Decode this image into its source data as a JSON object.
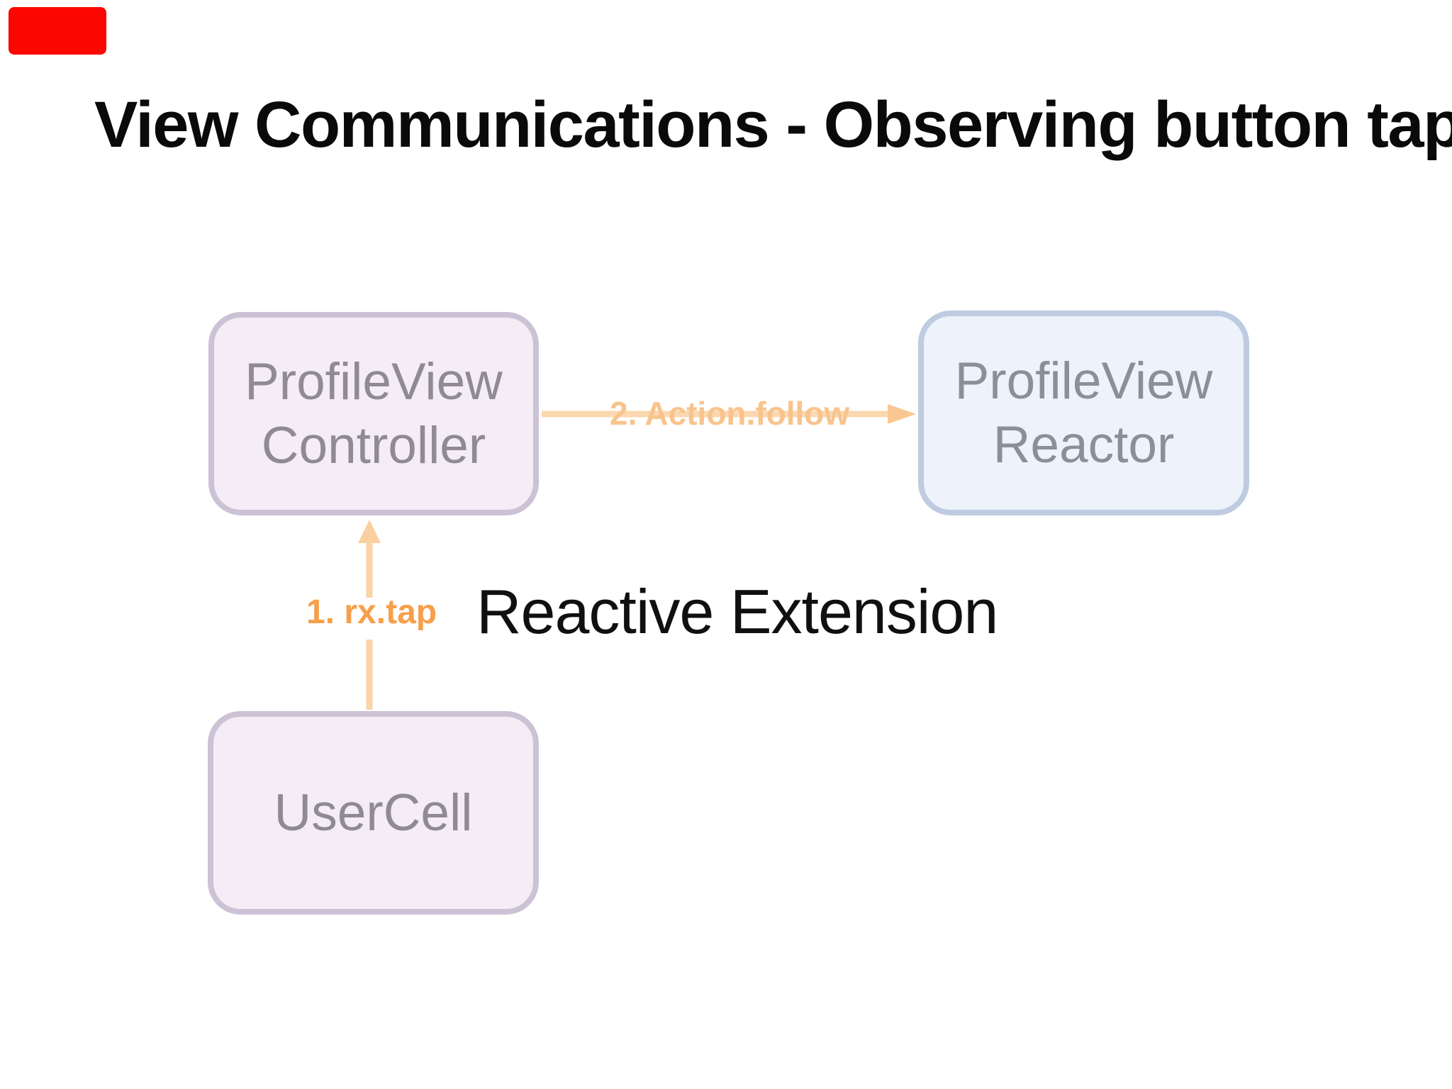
{
  "slide": {
    "title": "View Communications - Observing button tap",
    "annotation": "Reactive Extension"
  },
  "recording_indicator": {
    "color": "#fb0600"
  },
  "diagram": {
    "nodes": [
      {
        "id": "profile_view_controller",
        "label": "ProfileView\nController",
        "fill": "#f4edf6",
        "border": "#cbc2d5",
        "text_color": "#8f8a95"
      },
      {
        "id": "profile_view_reactor",
        "label": "ProfileView\nReactor",
        "fill": "#edf2fb",
        "border": "#becbe1",
        "text_color": "#8a8f99"
      },
      {
        "id": "user_cell",
        "label": "UserCell",
        "fill": "#f4edf6",
        "border": "#cbc2d5",
        "text_color": "#8f8a95"
      }
    ],
    "edges": [
      {
        "id": "rx_tap",
        "label": "1. rx.tap",
        "from": "UserCell",
        "to": "ProfileViewController",
        "direction": "up",
        "label_color": "#f79f4b",
        "line_color": "#fad4a6",
        "head_color": "#facfa0"
      },
      {
        "id": "action_follow",
        "label": "2. Action.follow",
        "from": "ProfileViewController",
        "to": "ProfileViewReactor",
        "direction": "right",
        "label_color": "#f8c48d",
        "line_color": "#fbd8b0",
        "head_color": "#f9c892"
      }
    ]
  }
}
